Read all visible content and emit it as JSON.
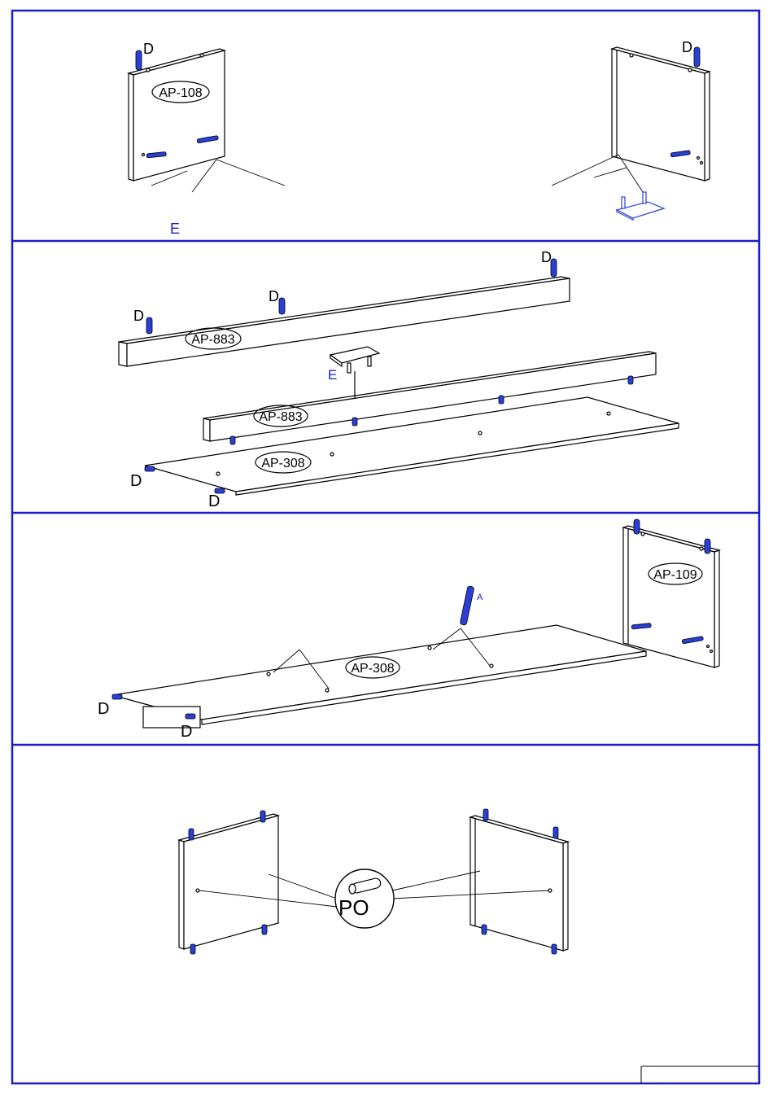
{
  "colors": {
    "frame": "#1c1cc8",
    "dowel": "#2a3fd8",
    "line": "#000000"
  },
  "step1": {
    "left_panel": "AP-108",
    "dowel_left": "D",
    "dowel_right": "D",
    "bracket": "E"
  },
  "step2": {
    "top_rail": "AP-883",
    "bottom_rail": "AP-883",
    "shelf": "AP-308",
    "dowel_a": "D",
    "dowel_b": "D",
    "dowel_c": "D",
    "dowel_d": "D",
    "dowel_e": "D",
    "bracket": "E"
  },
  "step3": {
    "shelf": "AP-308",
    "right_panel": "AP-109",
    "screw": "A",
    "dowel_a": "D",
    "dowel_b": "D"
  },
  "step4": {
    "handle": "PO"
  }
}
